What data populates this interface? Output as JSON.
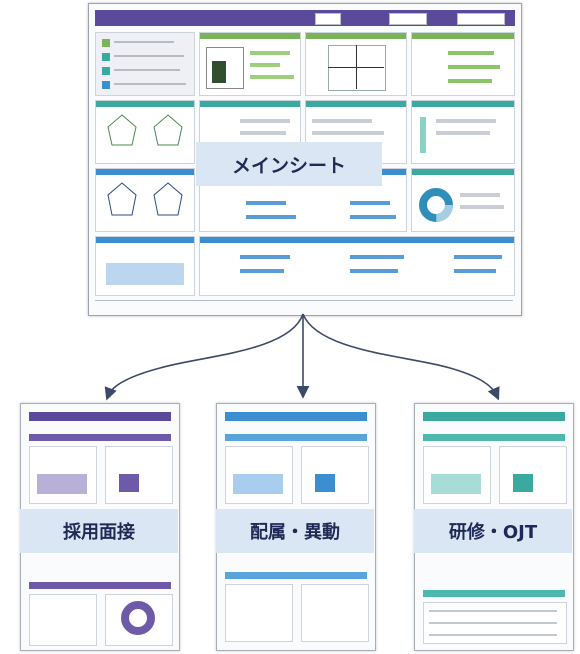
{
  "main_label": "メインシート",
  "sub_labels": [
    "採用面接",
    "配属・異動",
    "研修・OJT"
  ],
  "colors": {
    "label_background": "#dbe6f5",
    "label_text": "#1e2a55",
    "arrow": "#3a4a68",
    "purple": "#5b4a9b",
    "green": "#7bb35a",
    "blue": "#3b8fd0",
    "teal": "#3aaaa0"
  }
}
